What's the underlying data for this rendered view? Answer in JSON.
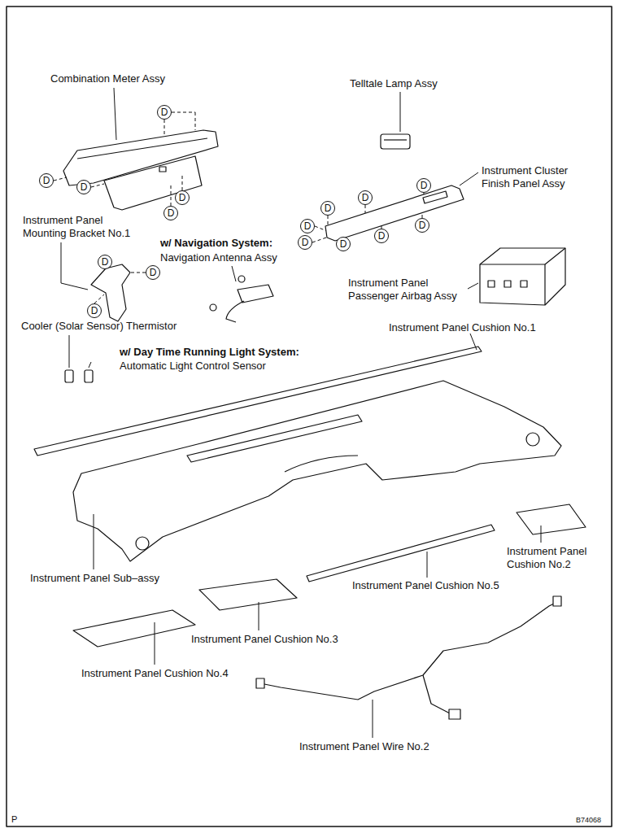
{
  "diagram": {
    "nodes": [
      {
        "text": [
          "D"
        ]
      },
      {
        "text": [
          "D"
        ]
      },
      {
        "text": [
          "D"
        ]
      },
      {
        "text": [
          "D"
        ]
      },
      {
        "text": [
          "D"
        ]
      },
      {
        "text": [
          "D"
        ]
      },
      {
        "text": [
          "D"
        ]
      },
      {
        "text": [
          "D"
        ]
      },
      {
        "text": [
          "D"
        ]
      },
      {
        "text": [
          "D"
        ]
      },
      {
        "text": [
          "D"
        ]
      },
      {
        "text": [
          "D"
        ]
      },
      {
        "text": [
          "D"
        ]
      },
      {
        "text": [
          "D"
        ]
      },
      {
        "text": [
          "D"
        ]
      },
      {
        "text": [
          "D"
        ]
      }
    ],
    "labels": [
      "Combination Meter Assy",
      "Telltale Lamp Assy",
      "Instrument Cluster Finish Panel Assy",
      "Instrument Panel Mounting Bracket No.1",
      "w/ Navigation System:",
      "Navigation Antenna Assy",
      "Instrument Panel Passenger Airbag Assy",
      "Cooler (Solar Sensor) Thermistor",
      "w/ Day Time Running Light System:",
      "Automatic Light Control Sensor",
      "Instrument Panel Cushion No.1",
      "Instrument Panel Sub–assy",
      "Instrument Panel Cushion No.5",
      "Instrument Panel Cushion No.2",
      "Instrument Panel Cushion No.3",
      "Instrument Panel Cushion No.4",
      "Instrument Panel Wire No.2",
      "P",
      "B74068"
    ]
  }
}
